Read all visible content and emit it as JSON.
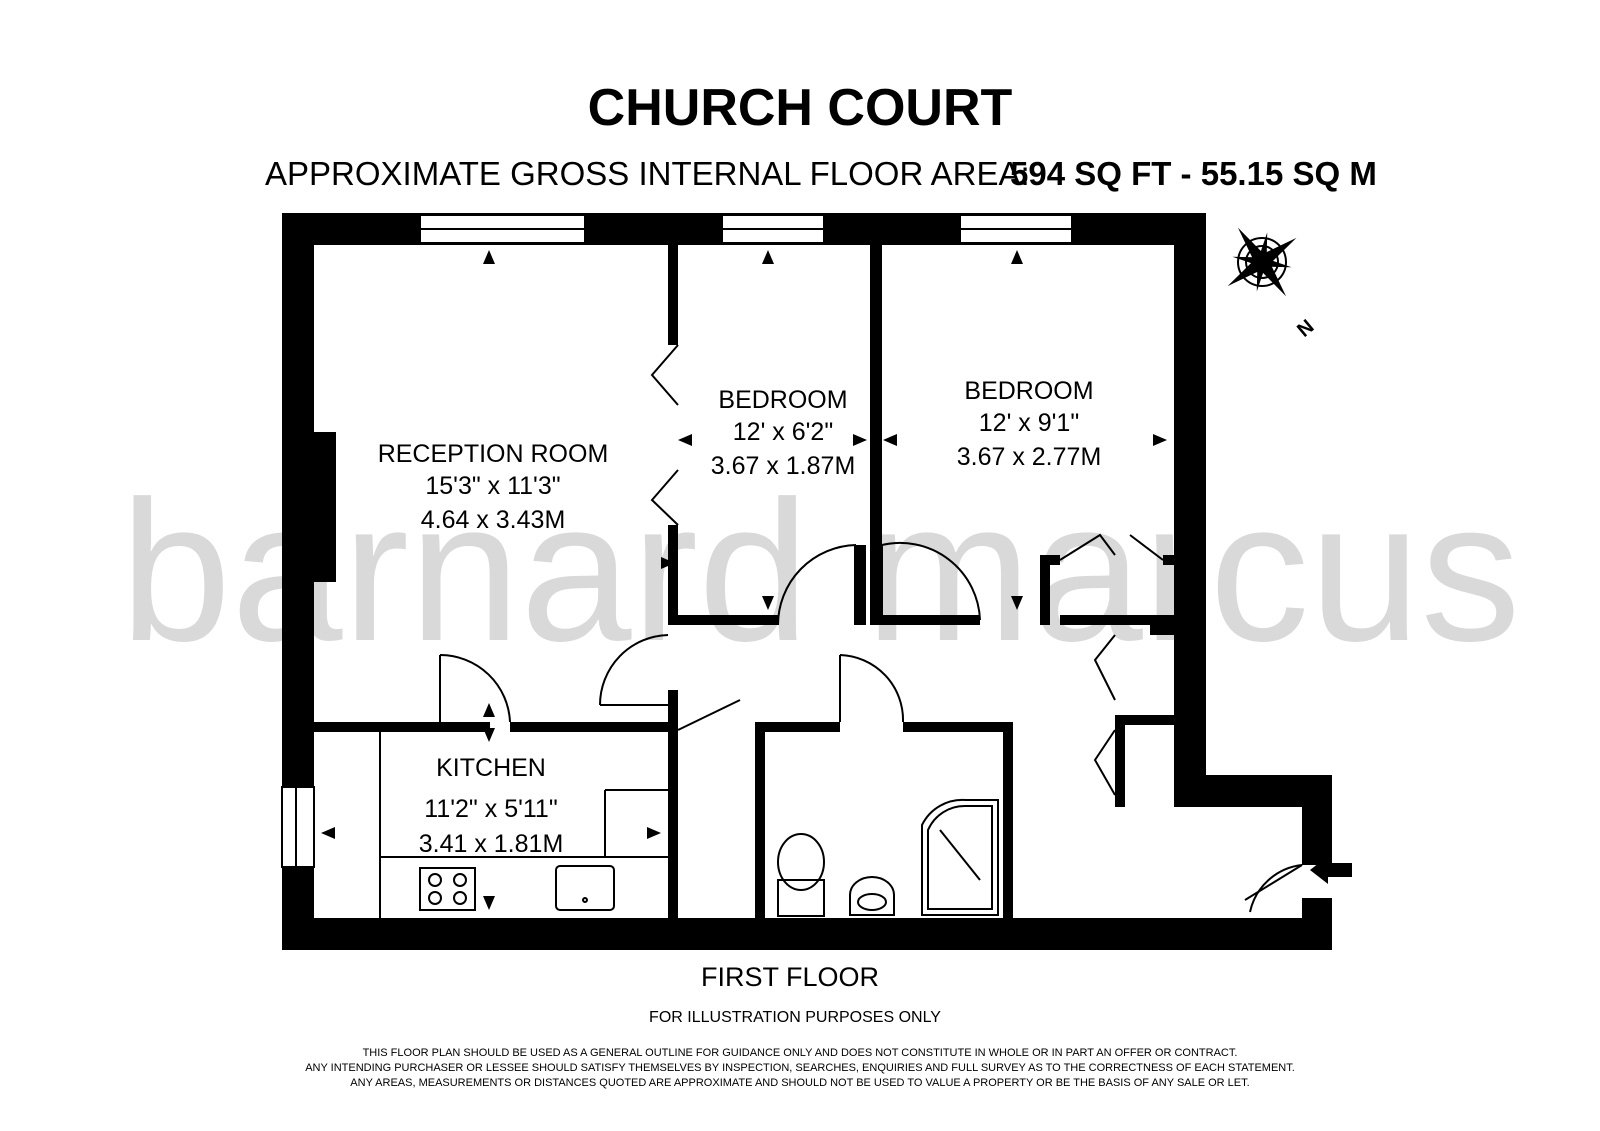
{
  "header": {
    "title": "CHURCH COURT",
    "area_label": "APPROXIMATE GROSS INTERNAL FLOOR AREA:",
    "area_value": "594 SQ FT  -  55.15 SQ M"
  },
  "rooms": {
    "reception": {
      "name": "RECEPTION ROOM",
      "imperial": "15'3\" x 11'3\"",
      "metric": "4.64 x 3.43M"
    },
    "bedroom1": {
      "name": "BEDROOM",
      "imperial": "12' x 6'2\"",
      "metric": "3.67 x 1.87M"
    },
    "bedroom2": {
      "name": "BEDROOM",
      "imperial": "12' x 9'1\"",
      "metric": "3.67 x 2.77M"
    },
    "kitchen": {
      "name": "KITCHEN",
      "imperial": "11'2\" x 5'11\"",
      "metric": "3.41 x 1.81M"
    }
  },
  "compass": {
    "label": "N"
  },
  "watermark": "barnard marcus",
  "footer": {
    "floor": "FIRST FLOOR",
    "note": "FOR ILLUSTRATION PURPOSES ONLY",
    "disclaimer": [
      "THIS FLOOR PLAN SHOULD BE USED AS A GENERAL OUTLINE FOR GUIDANCE ONLY AND DOES NOT CONSTITUTE IN WHOLE OR IN PART AN OFFER OR CONTRACT.",
      "ANY INTENDING PURCHASER OR LESSEE SHOULD SATISFY THEMSELVES BY INSPECTION, SEARCHES, ENQUIRIES AND FULL SURVEY AS TO THE CORRECTNESS OF EACH STATEMENT.",
      "ANY AREAS, MEASUREMENTS OR DISTANCES QUOTED ARE APPROXIMATE AND SHOULD NOT BE USED TO VALUE A PROPERTY OR BE THE BASIS OF ANY SALE OR LET."
    ]
  },
  "colors": {
    "wall": "#000000",
    "watermark": "#d9d9d9",
    "background": "#ffffff"
  }
}
